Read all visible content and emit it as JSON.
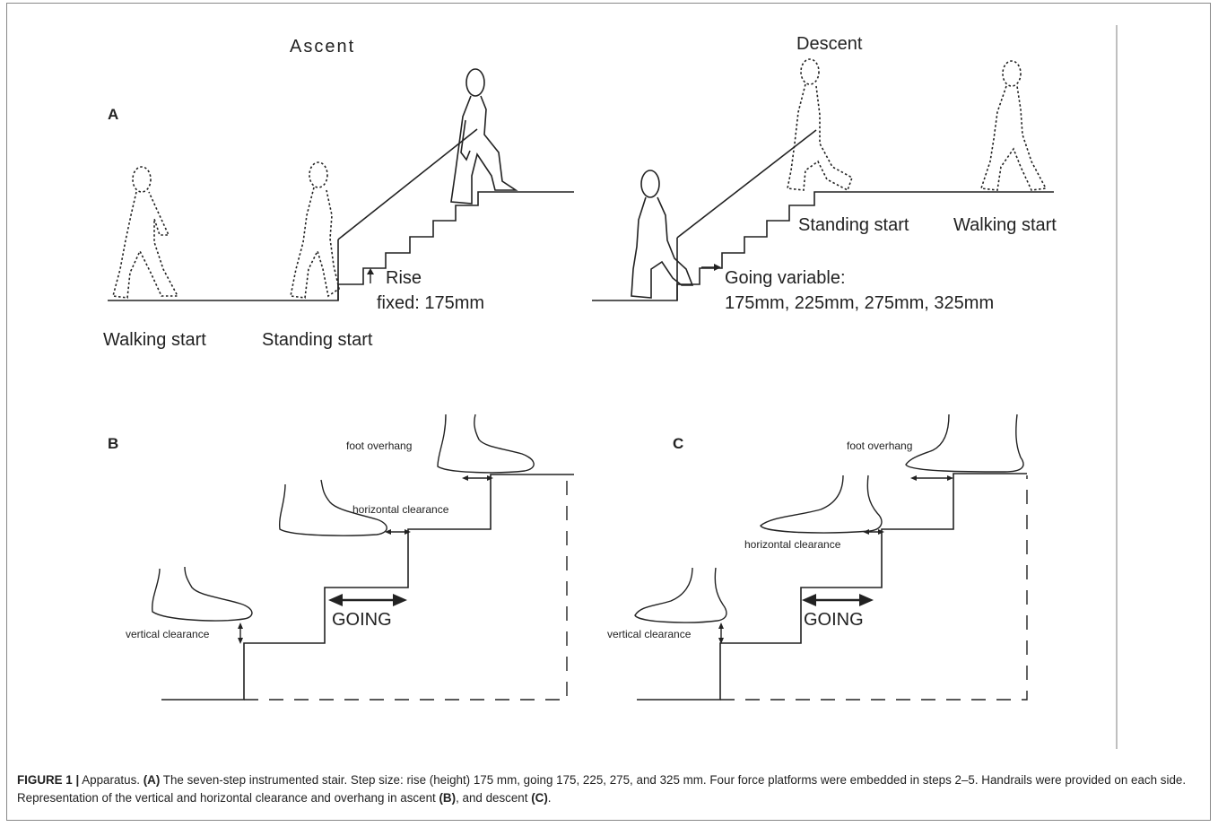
{
  "panel_a": {
    "label": "A",
    "ascent_title": "Ascent",
    "descent_title": "Descent",
    "walking_start_left": "Walking start",
    "standing_start_left": "Standing start",
    "rise_label": "Rise",
    "rise_value": "fixed: 175mm",
    "standing_start_right": "Standing start",
    "walking_start_right": "Walking start",
    "going_label": "Going variable:",
    "going_values": "175mm, 225mm, 275mm, 325mm"
  },
  "panel_b": {
    "label": "B",
    "foot_overhang": "foot overhang",
    "horizontal_clearance": "horizontal clearance",
    "vertical_clearance": "vertical clearance",
    "going": "GOING"
  },
  "panel_c": {
    "label": "C",
    "foot_overhang": "foot overhang",
    "horizontal_clearance": "horizontal clearance",
    "vertical_clearance": "vertical clearance",
    "going": "GOING"
  },
  "caption": {
    "figure_label": "FIGURE 1 |",
    "part1": " Apparatus. ",
    "ref_a": "(A)",
    "part2": " The seven-step instrumented stair. Step size: rise (height) 175 mm, going 175, 225, 275, and 325 mm. Four force platforms were embedded in steps 2–5. Handrails were provided on each side. Representation of the vertical and horizontal clearance and overhang in ascent ",
    "ref_b": "(B)",
    "part3": ", and descent ",
    "ref_c": "(C)",
    "part4": "."
  }
}
